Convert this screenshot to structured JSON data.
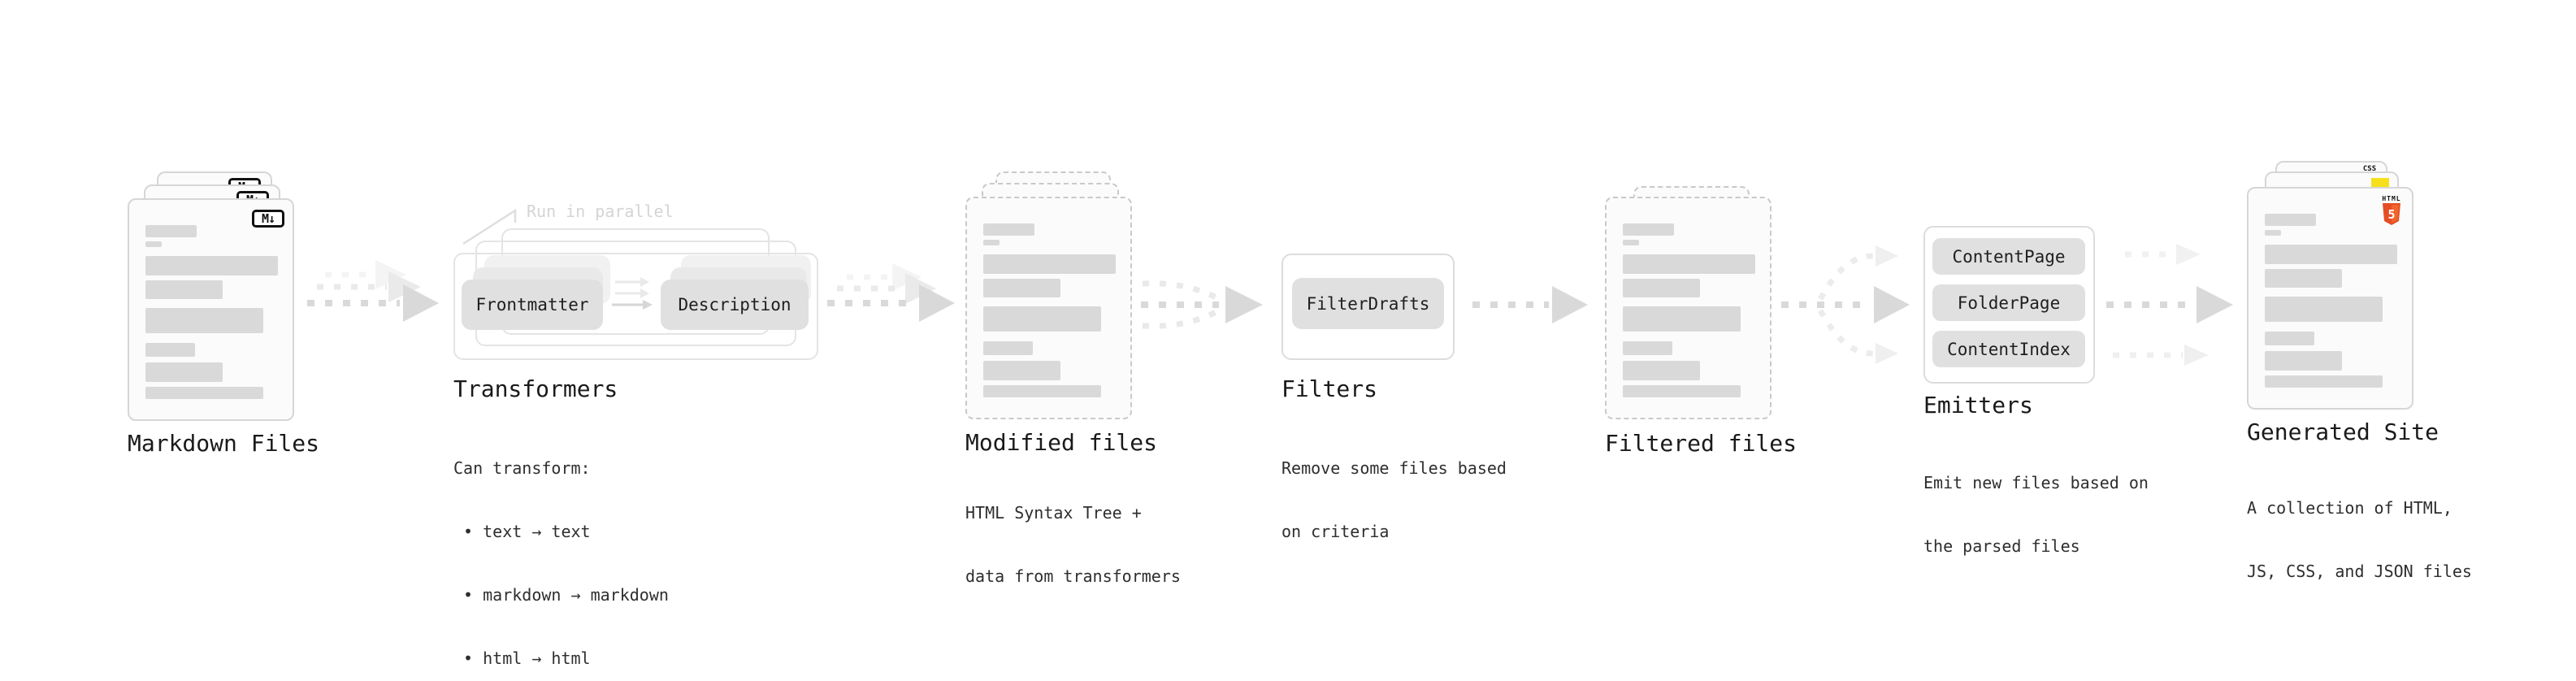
{
  "canvas": {
    "background": "#ffffff"
  },
  "colors": {
    "card_bg": "#fbfbfb",
    "card_border": "#d6d6d6",
    "dashed_border": "#c9c9c9",
    "content_bar": "#d9d9d9",
    "pill_bg": "#e0e0e0",
    "box_border": "#e4e4e4",
    "white_box_border": "#dcdcdc",
    "arrow_main": "#d9d9d9",
    "arrow_ghost": "#eaeaea",
    "arrow_faint": "#f2f2f2",
    "note_text": "#d4d4d4",
    "label_text": "#1a1a1a",
    "desc_text": "#2e2e2e",
    "html5_orange": "#e44d26",
    "js_yellow": "#f7df1e",
    "css_blue": "#2965f1"
  },
  "stages": {
    "markdown_files": {
      "label": "Markdown Files",
      "badge": "M↓"
    },
    "transformers": {
      "label": "Transformers",
      "note": "Run in parallel",
      "pill_left": "Frontmatter",
      "pill_right": "Description",
      "desc": [
        "Can transform:",
        " • text → text",
        " • markdown → markdown",
        " • html → html"
      ]
    },
    "modified_files": {
      "label": "Modified files",
      "desc": [
        "HTML Syntax Tree +",
        "data from transformers"
      ]
    },
    "filters": {
      "label": "Filters",
      "pill": "FilterDrafts",
      "desc": [
        "Remove some files based",
        "on criteria"
      ]
    },
    "filtered_files": {
      "label": "Filtered files"
    },
    "emitters": {
      "label": "Emitters",
      "pills": [
        "ContentPage",
        "FolderPage",
        "ContentIndex"
      ],
      "desc": [
        "Emit new files based on",
        "the parsed files"
      ]
    },
    "generated_site": {
      "label": "Generated Site",
      "badge_css": "CSS",
      "badge_html_word": "HTML",
      "badge_html_num": "5",
      "desc": [
        "A collection of HTML,",
        "JS, CSS, and JSON files"
      ]
    }
  }
}
